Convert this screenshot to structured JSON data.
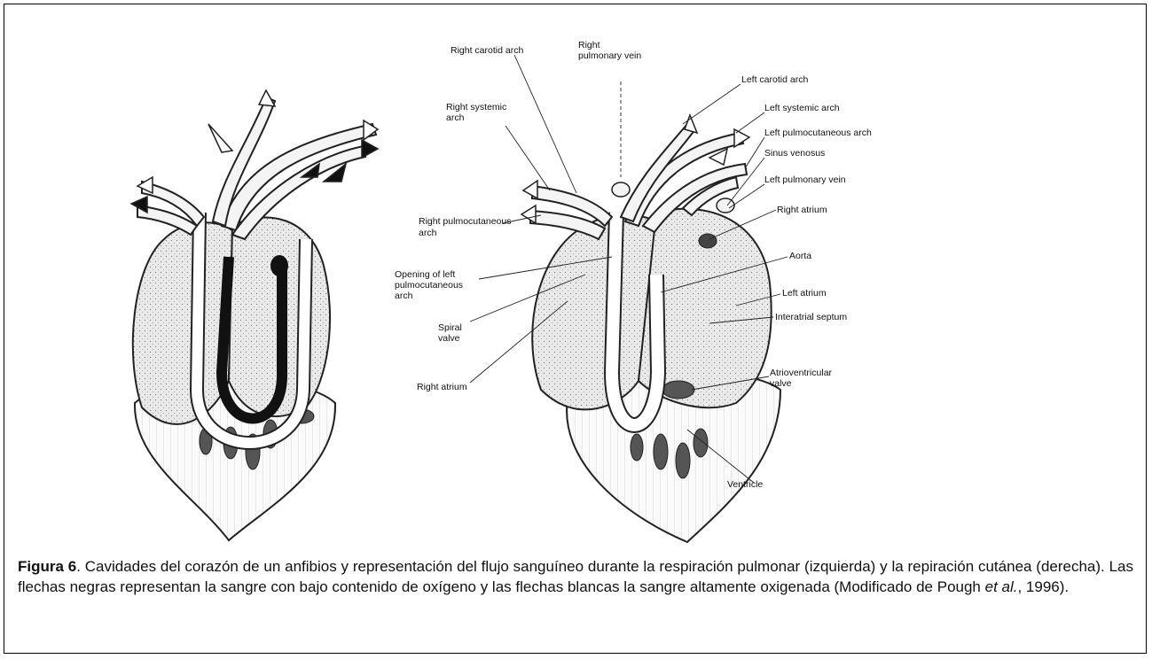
{
  "labels": {
    "right_carotid_arch": "Right carotid arch",
    "right_pulmonary_vein_1": "Right",
    "right_pulmonary_vein_2": "pulmonary vein",
    "left_carotid_arch": "Left carotid arch",
    "right_systemic_arch_1": "Right systemic",
    "right_systemic_arch_2": "arch",
    "left_systemic_arch": "Left systemic arch",
    "left_pulmocutaneous_arch": "Left pulmocutaneous arch",
    "sinus_venosus": "Sinus venosus",
    "left_pulmonary_vein": "Left pulmonary vein",
    "right_pulmocutaneous_arch_1": "Right pulmocutaneous",
    "right_pulmocutaneous_arch_2": "arch",
    "right_atrium_top": "Right atrium",
    "aorta": "Aorta",
    "opening_1": "Opening of left",
    "opening_2": "pulmocutaneous",
    "opening_3": "arch",
    "left_atrium": "Left atrium",
    "interatrial_septum": "Interatrial septum",
    "spiral_valve_1": "Spiral",
    "spiral_valve_2": "valve",
    "right_atrium_bottom": "Right atrium",
    "av_valve_1": "Atrioventricular",
    "av_valve_2": "valve",
    "ventricle": "Ventricle"
  },
  "caption": {
    "figure_label": "Figura 6",
    "text_1": ". Cavidades del corazón de un anfibios y representación del flujo sanguíneo durante la respiración pulmonar (izquierda) y la repiración cutánea (derecha). Las flechas negras representan la sangre con bajo contenido de oxígeno y las flechas blancas la sangre altamente oxigenada (Modificado de Pough ",
    "et_al": "et al.",
    "text_2": ", 1996)."
  }
}
